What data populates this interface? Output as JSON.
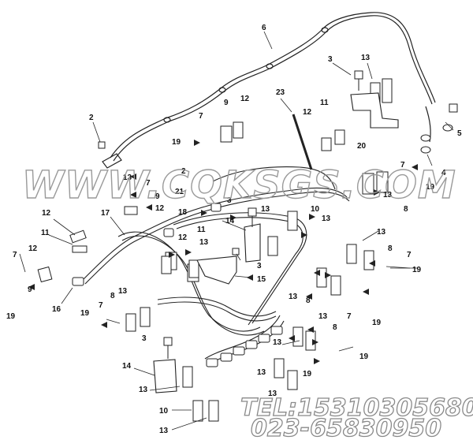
{
  "diagram": {
    "part_labels": {
      "p2a": "2",
      "p3a": "3",
      "p3b": "3",
      "p3c": "3",
      "p3d": "3",
      "p4": "4",
      "p5": "5",
      "p6": "6",
      "p7a": "7",
      "p7b": "7",
      "p7c": "7",
      "p7d": "7",
      "p7e": "7",
      "p7f": "7",
      "p7g": "7",
      "p8a": "8",
      "p8b": "8",
      "p8c": "8",
      "p8d": "8",
      "p8e": "8",
      "p9a": "9",
      "p9b": "9",
      "p9c": "9",
      "p10a": "10",
      "p10b": "10",
      "p11a": "11",
      "p11b": "11",
      "p11c": "11",
      "p12a": "12",
      "p12b": "12",
      "p12c": "12",
      "p12d": "12",
      "p12e": "12",
      "p12f": "12",
      "p13a": "13",
      "p13b": "13",
      "p13c": "13",
      "p13d": "13",
      "p13e": "13",
      "p13f": "13",
      "p13g": "13",
      "p13h": "13",
      "p13i": "13",
      "p13j": "13",
      "p13k": "13",
      "p13l": "13",
      "p13m": "13",
      "p13n": "13",
      "p13o": "13",
      "p14a": "14",
      "p14b": "14",
      "p15": "15",
      "p16": "16",
      "p17": "17",
      "p18": "18",
      "p19a": "19",
      "p19b": "19",
      "p19c": "19",
      "p19d": "19",
      "p19e": "19",
      "p19f": "19",
      "p19g": "19",
      "p19h": "19",
      "p20": "20",
      "p21": "21",
      "p22": "2",
      "p23": "23"
    }
  },
  "watermark": {
    "site": "WWW.CQKSGS.COM",
    "tel": "TEL:15310305680",
    "phone": "023-65830950"
  }
}
